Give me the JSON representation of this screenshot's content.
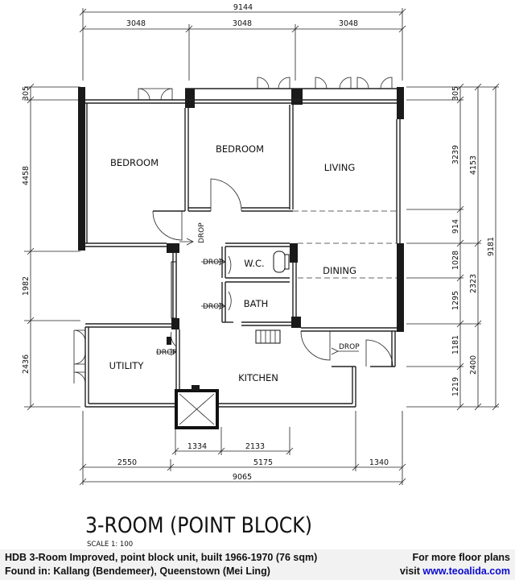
{
  "plan": {
    "dimensions": {
      "top_total": "9144",
      "top_1": "3048",
      "top_2": "3048",
      "top_3": "3048",
      "left_top": "305",
      "left_1": "4458",
      "left_2": "1982",
      "left_3": "2436",
      "right_top": "305",
      "right_1": "3239",
      "right_2": "914",
      "right_3": "1028",
      "right_4": "1295",
      "right_5": "1181",
      "right_6": "1219",
      "right_group_1": "4153",
      "right_group_2": "2323",
      "right_group_3": "2400",
      "right_total": "9181",
      "bottom_inner_1": "1334",
      "bottom_inner_2": "2133",
      "bottom_1": "2550",
      "bottom_2": "5175",
      "bottom_3": "1340",
      "bottom_total": "9065"
    },
    "rooms": {
      "bedroom_1": "BEDROOM",
      "bedroom_2": "BEDROOM",
      "living": "LIVING",
      "wc": "W.C.",
      "dining": "DINING",
      "bath": "BATH",
      "utility": "UTILITY",
      "kitchen": "KITCHEN"
    },
    "drop_label": "DROP",
    "title": "3-ROOM (POINT BLOCK)",
    "scale": "SCALE  1: 100"
  },
  "footer": {
    "line1": "HDB 3-Room Improved, point block unit, built 1966-1970 (76 sqm)",
    "line2": "Found in: Kallang (Bendemeer), Queenstown (Mei Ling)",
    "right_line1": "For more floor plans",
    "right_visit": "visit ",
    "right_link": "www.teoalida.com"
  }
}
